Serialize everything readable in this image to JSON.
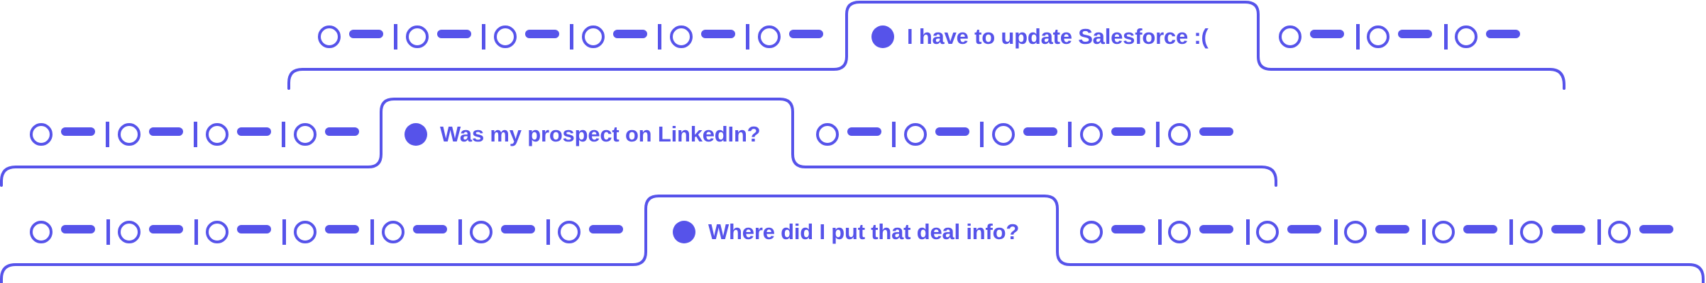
{
  "theme": {
    "accent": "#5653ea",
    "background": "#ffffff"
  },
  "rows": [
    {
      "active_tab": {
        "label": "I have to update Salesforce :(",
        "icon": "filled-dot-icon"
      },
      "left_placeholders": 6,
      "right_placeholders": 3
    },
    {
      "active_tab": {
        "label": "Was my prospect on LinkedIn?",
        "icon": "filled-dot-icon"
      },
      "left_placeholders": 4,
      "right_placeholders": 5
    },
    {
      "active_tab": {
        "label": "Where did I put that deal info?",
        "icon": "filled-dot-icon"
      },
      "left_placeholders": 7,
      "right_placeholders": 7
    }
  ],
  "placeholder_tab": {
    "icon": "empty-circle-icon",
    "title_shape": "dash-bar"
  }
}
